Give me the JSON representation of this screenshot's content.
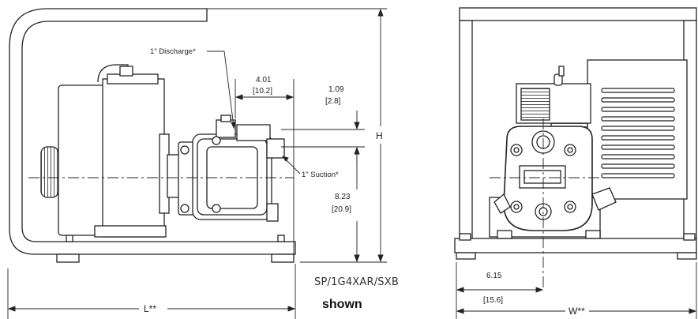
{
  "labels": {
    "discharge": "1\" Discharge*",
    "suction": "1\" Suction*",
    "height": "H",
    "length": "L**",
    "width": "W**"
  },
  "dimensions": {
    "d1_in": "4.01",
    "d1_cm": "[10.2]",
    "d2_in": "1.09",
    "d2_cm": "[2.8]",
    "d3_in": "8.23",
    "d3_cm": "[20.9]",
    "d4_in": "6.15",
    "d4_cm": "[15.6]"
  },
  "caption": {
    "model": "SP/1G4XAR/SXB",
    "shown": "shown"
  }
}
